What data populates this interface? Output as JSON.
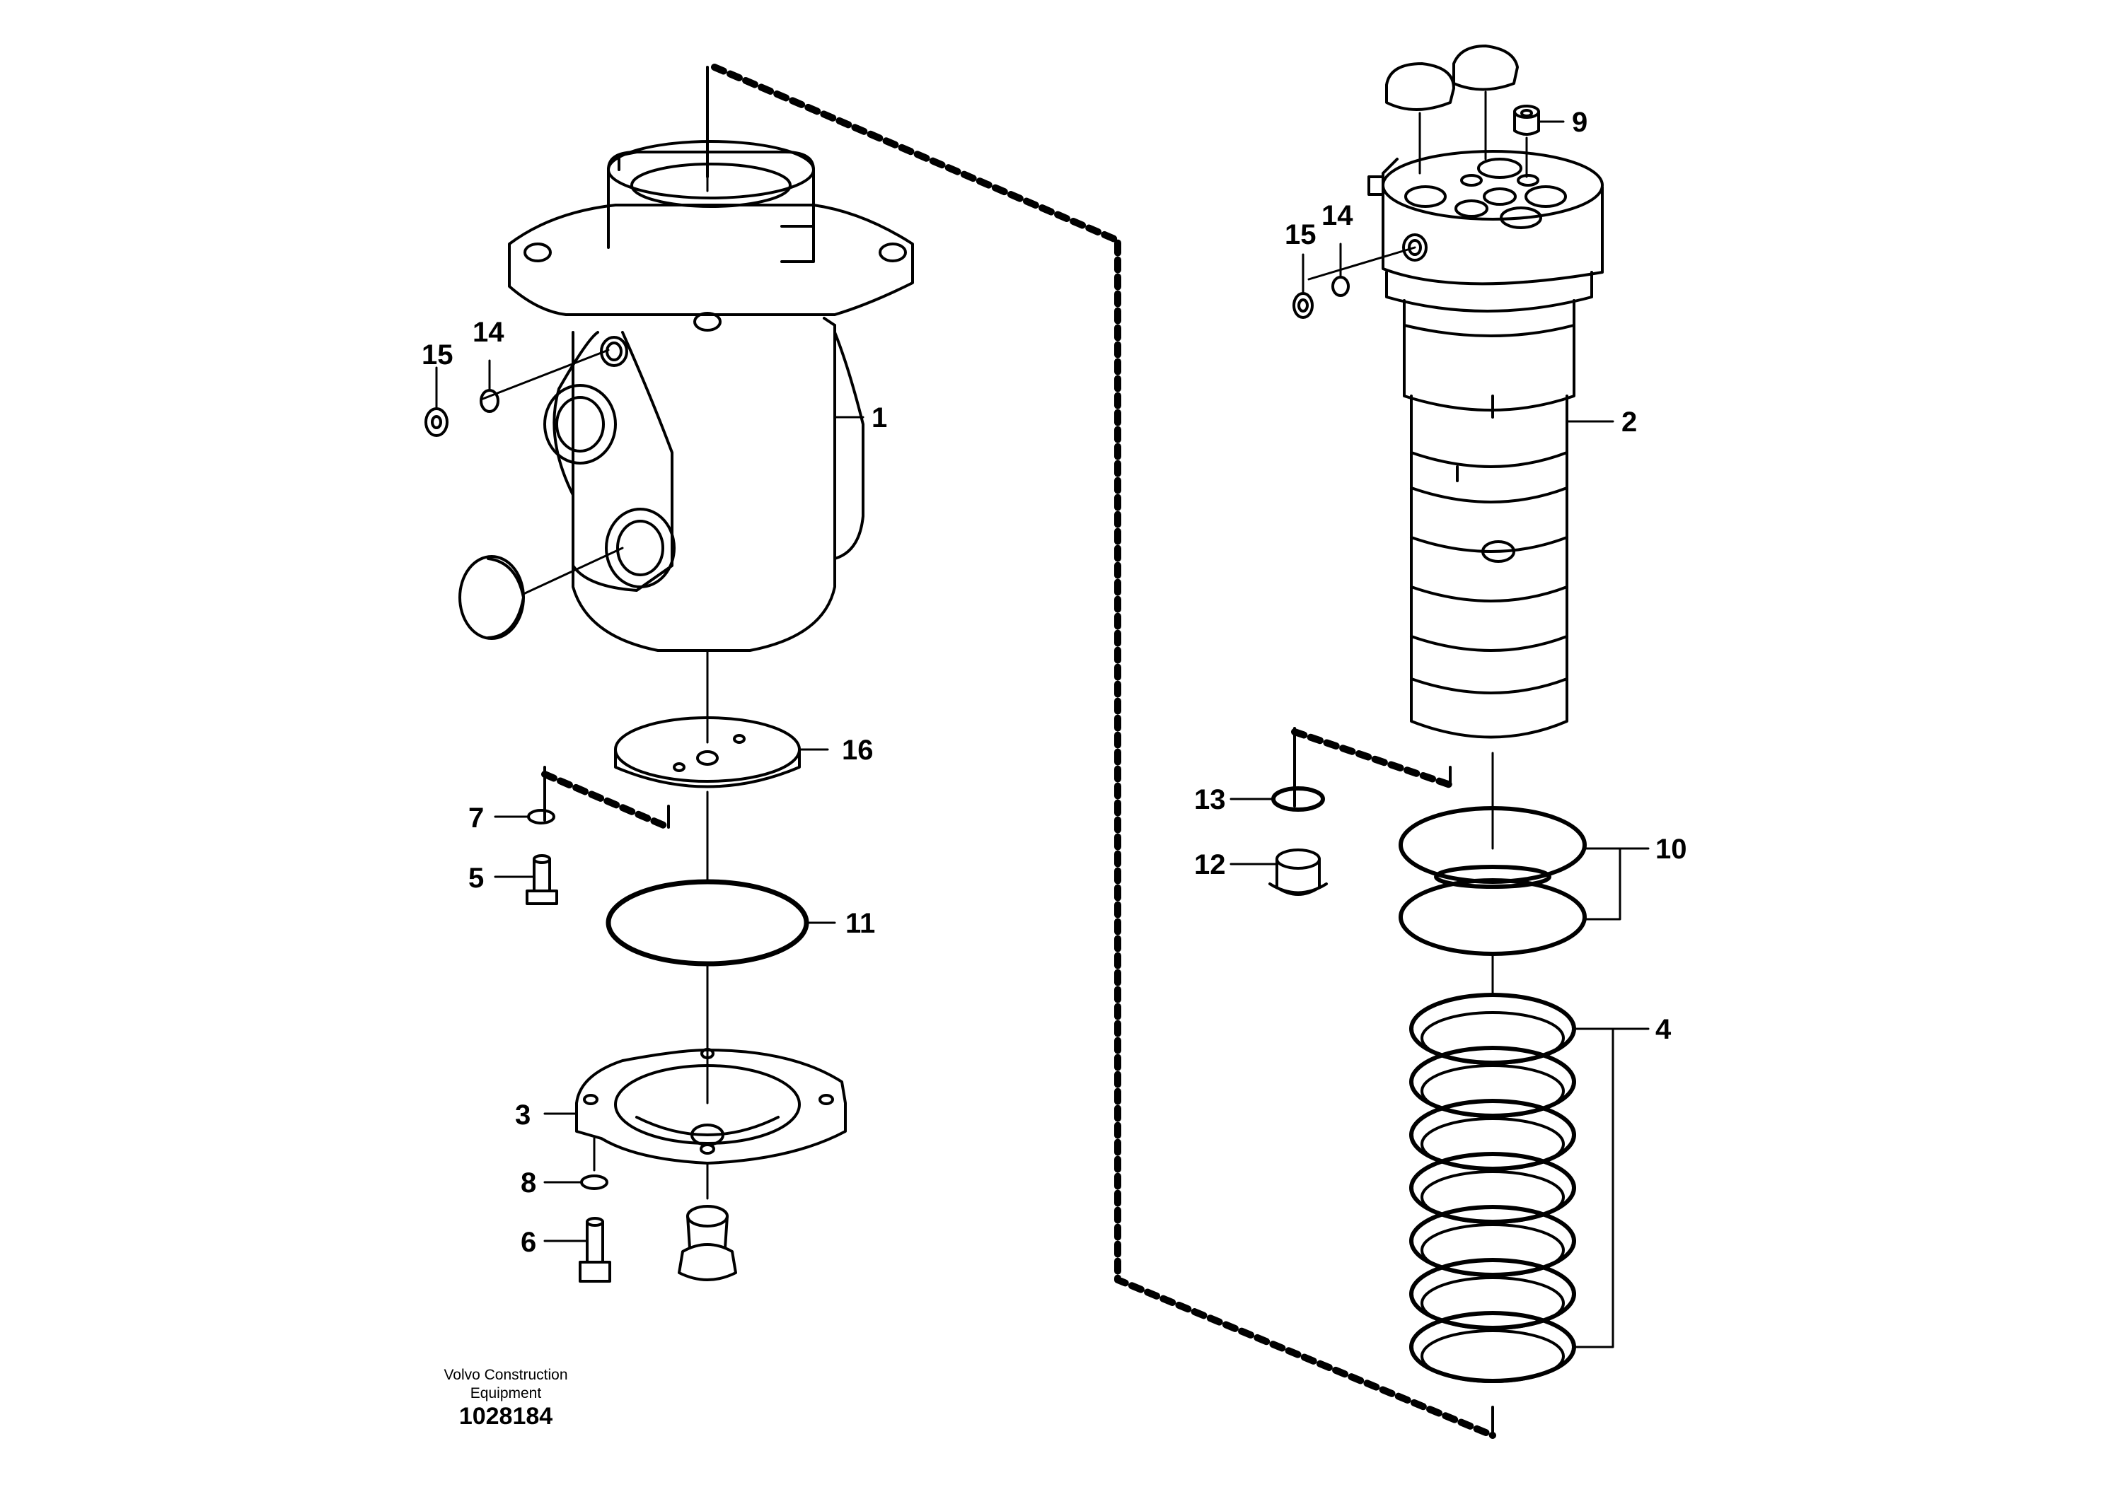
{
  "callouts": {
    "c1": "1",
    "c2": "2",
    "c3": "3",
    "c4": "4",
    "c5": "5",
    "c6": "6",
    "c7": "7",
    "c8": "8",
    "c9": "9",
    "c10": "10",
    "c11": "11",
    "c12": "12",
    "c13": "13",
    "c14_left": "14",
    "c15_left": "15",
    "c14_right": "14",
    "c15_right": "15",
    "c16": "16"
  },
  "footer": {
    "company_line1": "Volvo Construction",
    "company_line2": "Equipment",
    "document_number": "1028184"
  },
  "colors": {
    "line": "#000000",
    "background": "#ffffff"
  }
}
